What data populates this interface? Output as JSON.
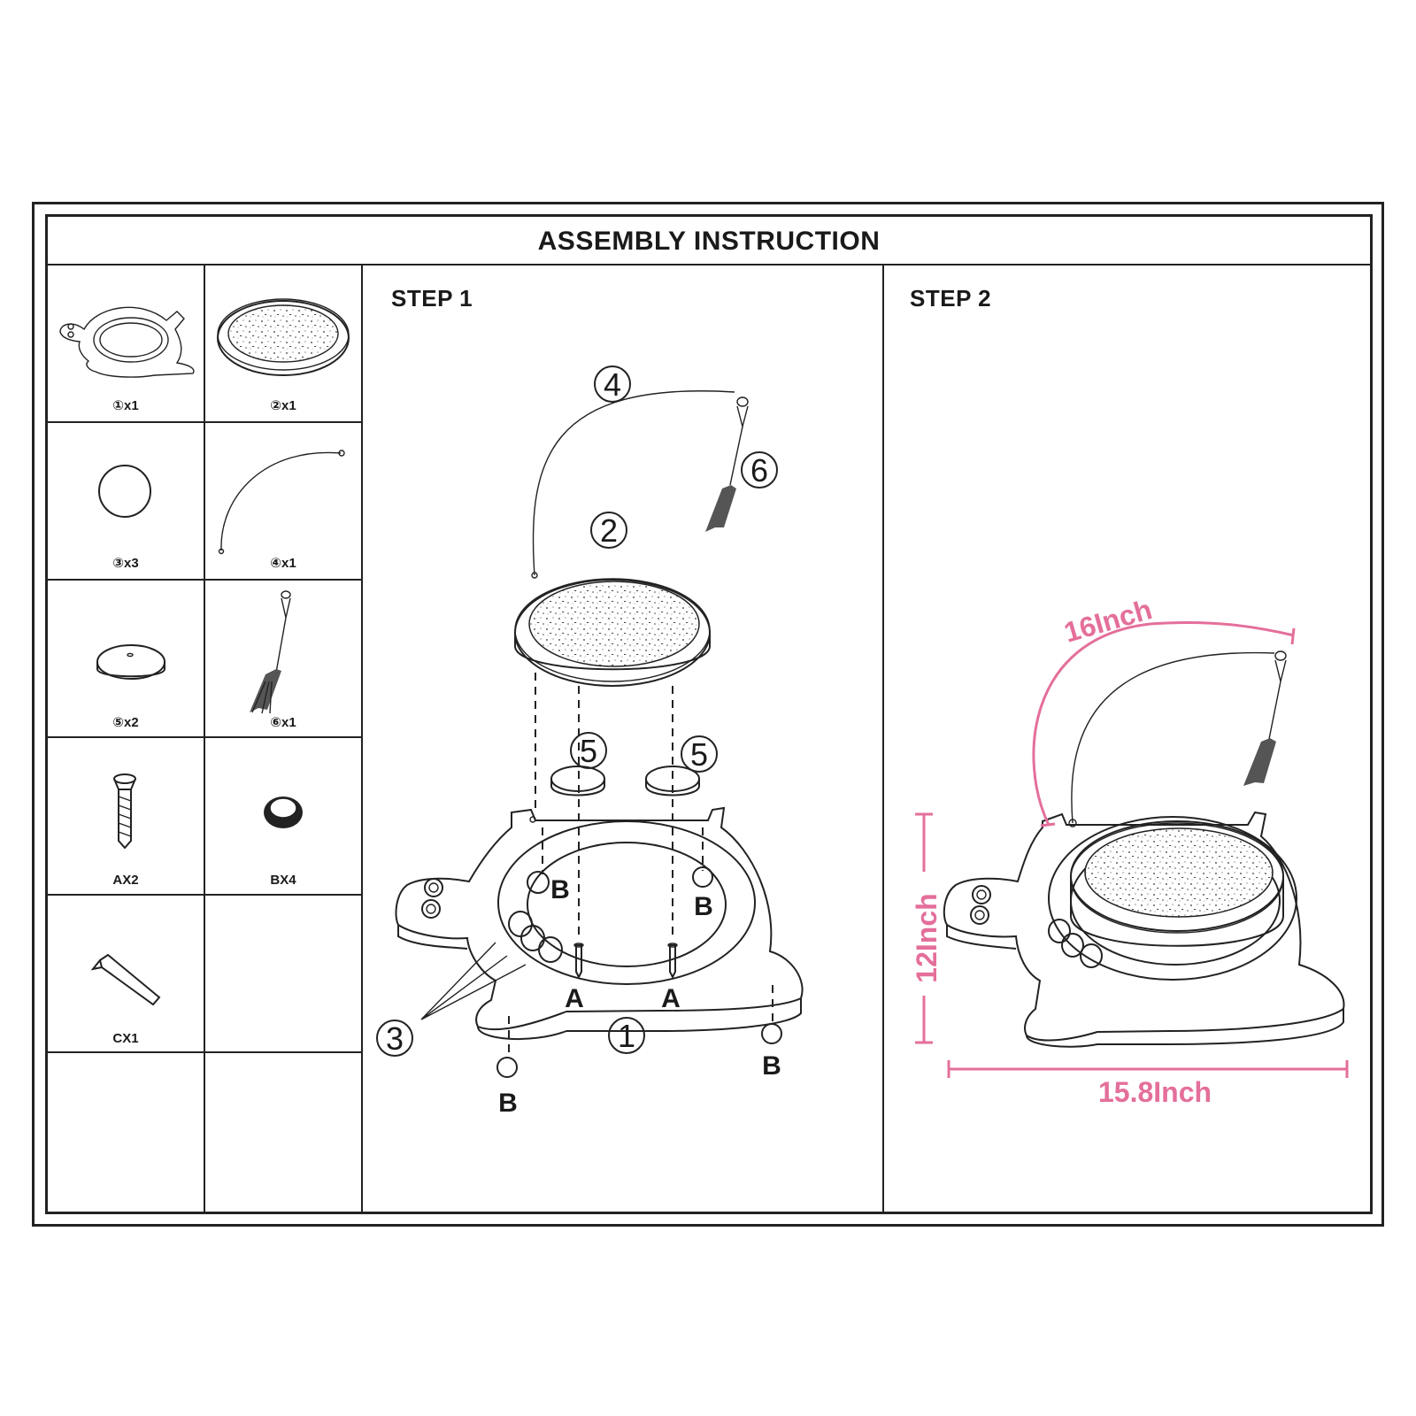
{
  "title": "ASSEMBLY INSTRUCTION",
  "steps": [
    "STEP 1",
    "STEP 2"
  ],
  "parts": [
    {
      "label": "①x1",
      "icon": "turtle-base-icon"
    },
    {
      "label": "②x1",
      "icon": "scratch-pad-icon"
    },
    {
      "label": "③x3",
      "icon": "ball-icon"
    },
    {
      "label": "④x1",
      "icon": "wire-arc-icon"
    },
    {
      "label": "⑤x2",
      "icon": "disc-icon"
    },
    {
      "label": "⑥x1",
      "icon": "tassel-toy-icon"
    },
    {
      "label": "AX2",
      "icon": "screw-icon"
    },
    {
      "label": "BX4",
      "icon": "foot-pad-icon"
    },
    {
      "label": "CX1",
      "icon": "hex-key-icon"
    }
  ],
  "step1": {
    "callouts": [
      "4",
      "6",
      "2",
      "5",
      "5",
      "3",
      "1"
    ],
    "fasteners": [
      "B",
      "B",
      "A",
      "A",
      "B",
      "B"
    ]
  },
  "step2": {
    "dimensions": [
      "16Inch",
      "12Inch",
      "15.8Inch"
    ],
    "dimension_color": "#e46f9b"
  }
}
